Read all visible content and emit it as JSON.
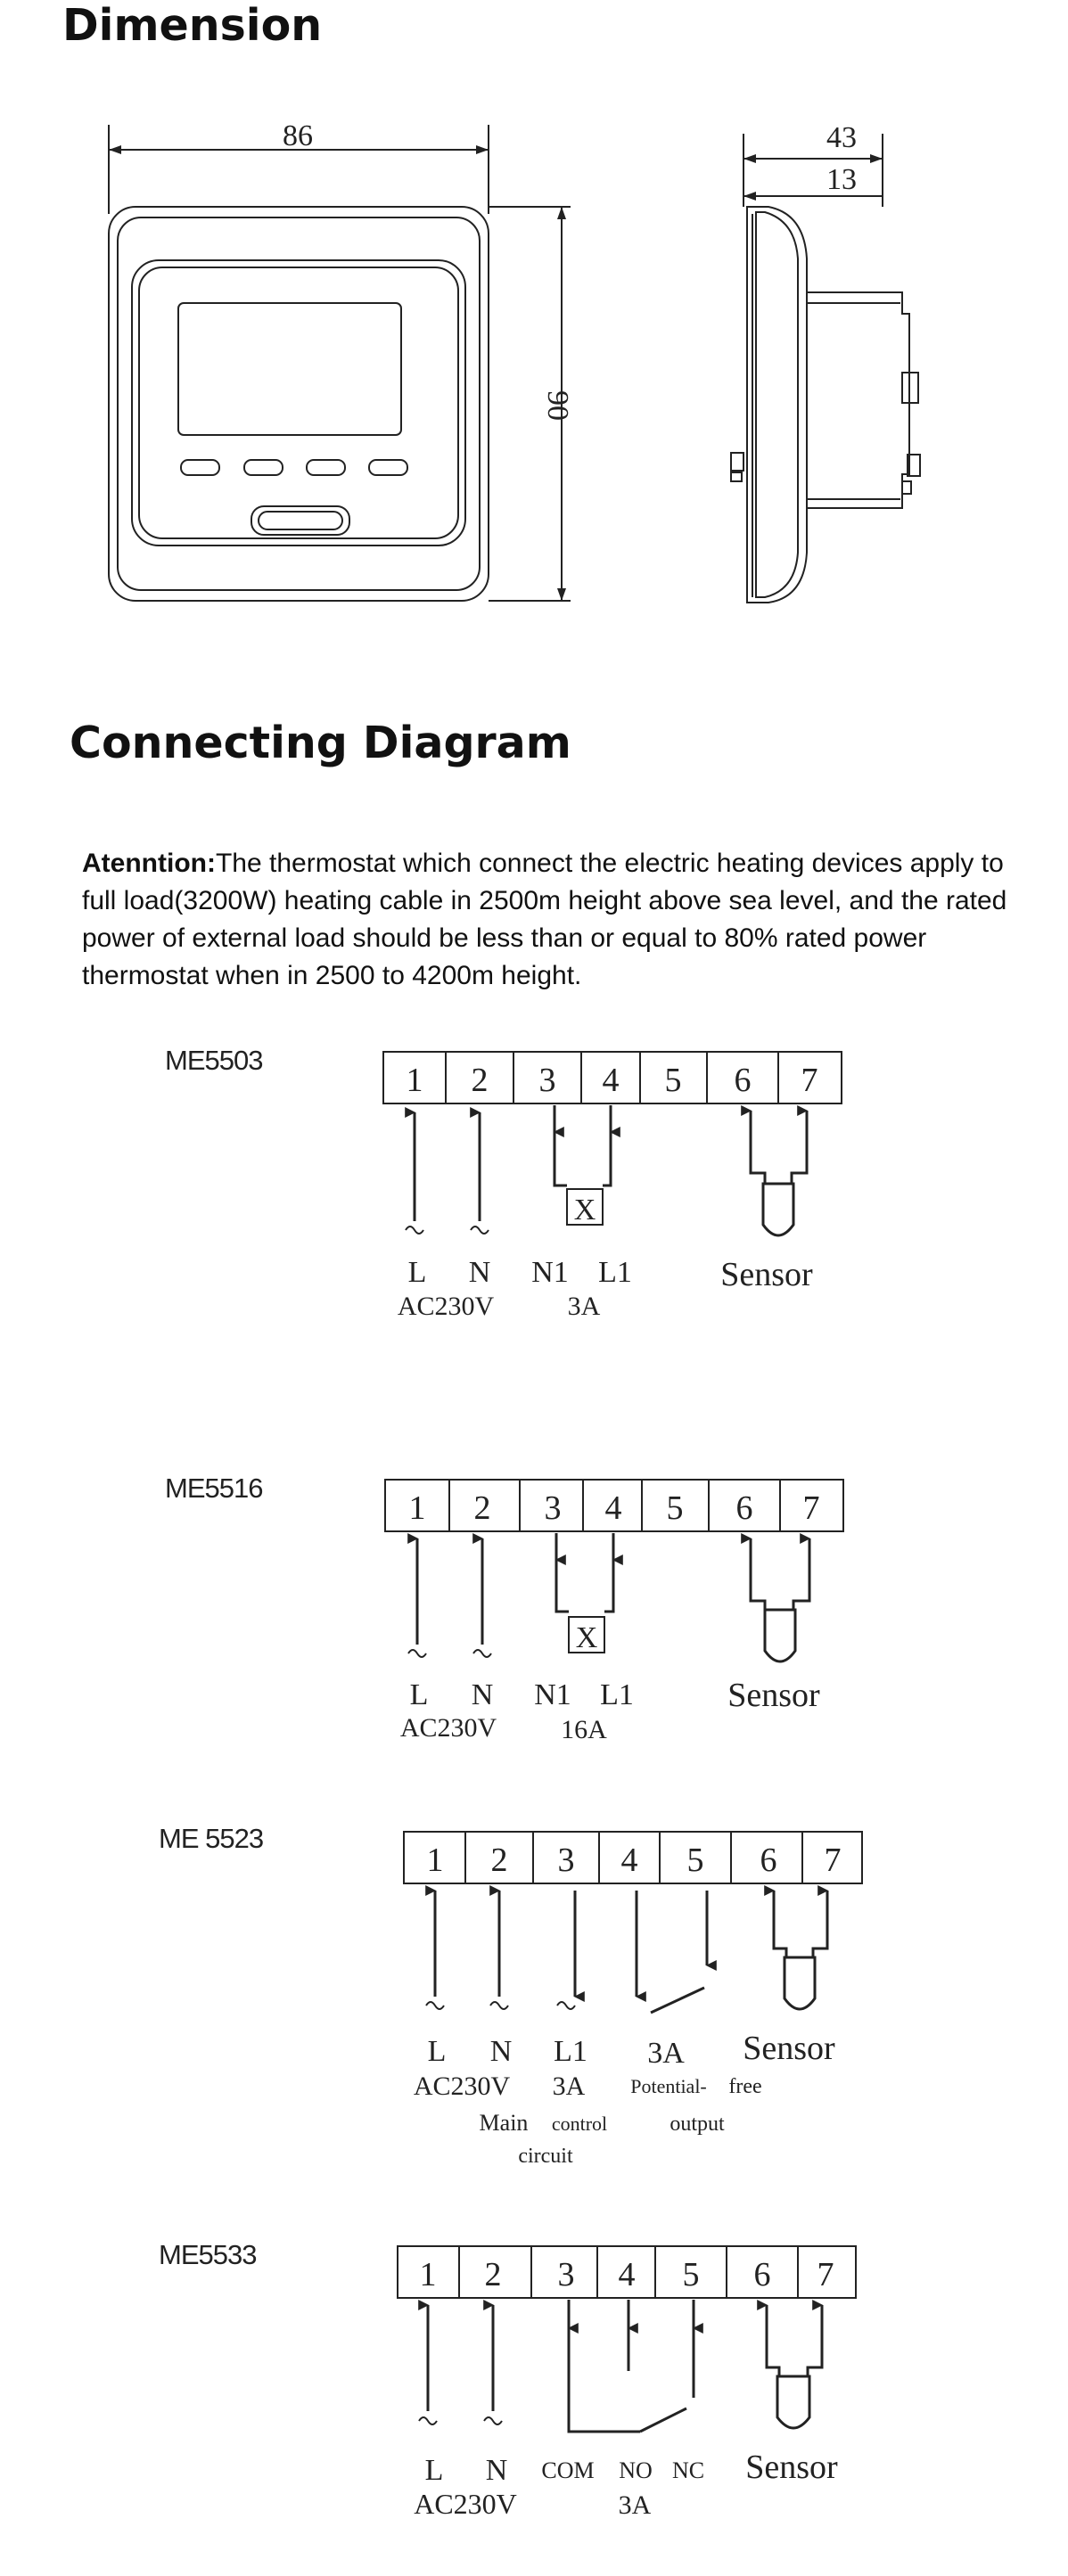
{
  "dimension": {
    "title": "Dimension",
    "width_label": "86",
    "height_label": "90",
    "depth_label": "43",
    "depth_inner_label": "13"
  },
  "connecting": {
    "title": "Connecting  Diagram",
    "attention_label": "Atenntion:",
    "attention_text": "The thermostat which connect the electric heating devices apply to full load(3200W) heating cable in 2500m height above sea level, and the rated power of external load should be less than or equal to 80% rated power thermostat when in 2500 to 4200m height."
  },
  "wiring": [
    {
      "model": "ME5503",
      "terminals": [
        "1",
        "2",
        "3",
        "4",
        "5",
        "6",
        "7"
      ],
      "labels": {
        "l": "L",
        "n": "N",
        "supply": "AC230V",
        "n1": "N1",
        "l1": "L1",
        "load": "3A",
        "sensor": "Sensor"
      }
    },
    {
      "model": "ME5516",
      "terminals": [
        "1",
        "2",
        "3",
        "4",
        "5",
        "6",
        "7"
      ],
      "labels": {
        "l": "L",
        "n": "N",
        "supply": "AC230V",
        "n1": "N1",
        "l1": "L1",
        "load": "16A",
        "sensor": "Sensor"
      }
    },
    {
      "model": "ME 5523",
      "terminals": [
        "1",
        "2",
        "3",
        "4",
        "5",
        "6",
        "7"
      ],
      "labels": {
        "l": "L",
        "n": "N",
        "l1": "L1",
        "supply": "AC230V",
        "amps1": "3A",
        "amps2": "3A",
        "sensor": "Sensor",
        "free": "free",
        "main": "Main",
        "control": "control",
        "circuit": "circuit",
        "potential": "Potential-",
        "output": "output"
      }
    },
    {
      "model": "ME5533",
      "terminals": [
        "1",
        "2",
        "3",
        "4",
        "5",
        "6",
        "7"
      ],
      "labels": {
        "l": "L",
        "n": "N",
        "supply": "AC230V",
        "com": "COM",
        "no": "NO",
        "nc": "NC",
        "load": "3A",
        "sensor": "Sensor"
      }
    }
  ]
}
